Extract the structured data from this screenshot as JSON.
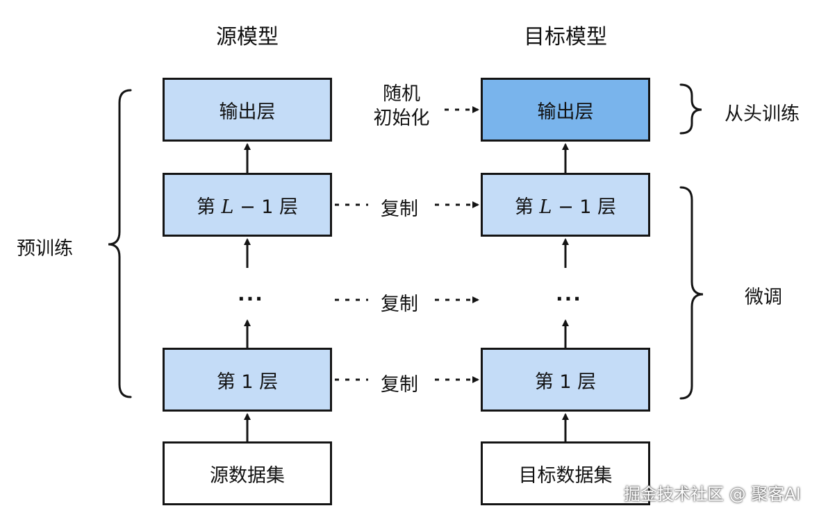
{
  "titles": {
    "source": "源模型",
    "target": "目标模型"
  },
  "source_model": {
    "output_layer": "输出层",
    "layer_L_minus_1": {
      "prefix": "第 ",
      "var": "L",
      "suffix": " − 1 层"
    },
    "ellipsis": "···",
    "layer_1": "第 1 层",
    "dataset": "源数据集"
  },
  "target_model": {
    "output_layer": "输出层",
    "layer_L_minus_1": {
      "prefix": "第 ",
      "var": "L",
      "suffix": " − 1 层"
    },
    "ellipsis": "···",
    "layer_1": "第 1 层",
    "dataset": "目标数据集"
  },
  "links": {
    "random_init_line1": "随机",
    "random_init_line2": "初始化",
    "copy_1": "复制",
    "copy_2": "复制",
    "copy_3": "复制"
  },
  "braces": {
    "pretrain": "预训练",
    "train_from_scratch": "从头训练",
    "finetune": "微调"
  },
  "watermark": "掘金技术社区 @ 聚客AI",
  "colors": {
    "layer_fill": "#c4dcf7",
    "target_output_fill": "#79b4ec",
    "border": "#141414"
  }
}
